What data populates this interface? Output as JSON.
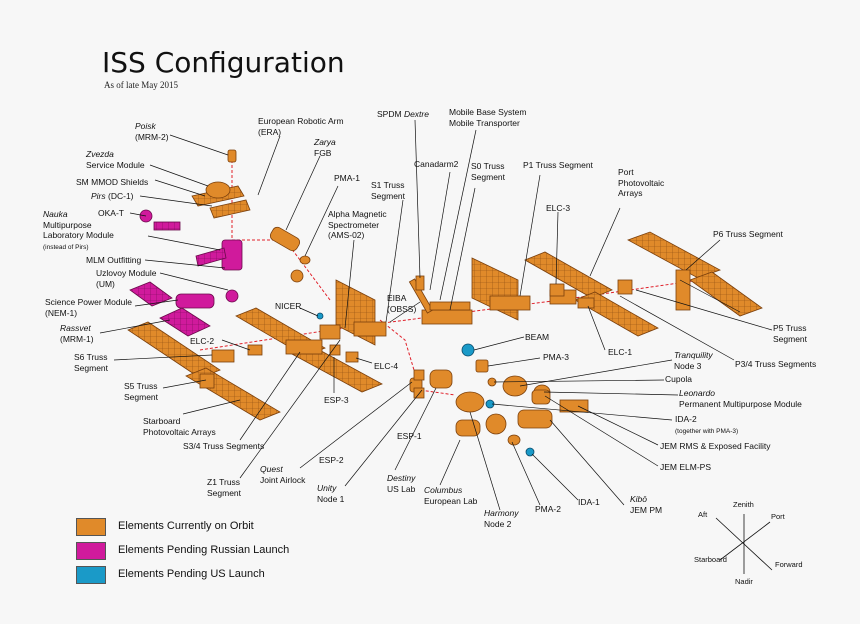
{
  "title": "ISS Configuration",
  "subtitle": "As of late May 2015",
  "colors": {
    "orbit": "#e08a2a",
    "russian_pending": "#d01a9c",
    "us_pending": "#1a9ac8",
    "leader_lines": "#111111",
    "truss_dashed_line": "#e0202a"
  },
  "labels": {
    "poisk": "Poisk",
    "poisk_sub": "(MRM-2)",
    "zvezda": "Zvezda",
    "zvezda_sub": "Service Module",
    "smmod": "SM MMOD Shields",
    "pirs": "Pirs",
    "pirs_sub": "(DC-1)",
    "okat": "OKA-T",
    "nauka": "Nauka",
    "nauka_l1": "Multipurpose",
    "nauka_l2": "Laboratory Module",
    "nauka_l3": "(instead of Pirs)",
    "mlm": "MLM Outfitting",
    "uzlovoy": "Uzlovoy Module",
    "uzlovoy_sub": "(UM)",
    "spm": "Science Power Module",
    "spm_sub": "(NEM-1)",
    "rassvet": "Rassvet",
    "rassvet_sub": "(MRM-1)",
    "s6": "S6 Truss",
    "s6_sub": "Segment",
    "s5": "S5 Truss",
    "s5_sub": "Segment",
    "starboard_pa": "Starboard",
    "starboard_pa_sub": "Photovoltaic Arrays",
    "s34": "S3/4 Truss Segments",
    "z1": "Z1 Truss",
    "z1_sub": "Segment",
    "quest": "Quest",
    "quest_sub": "Joint Airlock",
    "unity": "Unity",
    "unity_sub": "Node 1",
    "destiny": "Destiny",
    "destiny_sub": "US Lab",
    "columbus": "Columbus",
    "columbus_sub": "European Lab",
    "harmony": "Harmony",
    "harmony_sub": "Node 2",
    "pma2": "PMA-2",
    "ida1": "IDA-1",
    "kibo": "Kibō",
    "kibo_sub": "JEM PM",
    "jem_elm": "JEM ELM-PS",
    "jem_rms": "JEM RMS & Exposed Facility",
    "ida2": "IDA-2",
    "ida2_sub": "(together with PMA-3)",
    "leonardo": "Leonardo",
    "leonardo_sub": "Permanent Multipurpose Module",
    "cupola": "Cupola",
    "tranquility": "Tranquility",
    "tranquility_sub": "Node 3",
    "pma3": "PMA-3",
    "beam": "BEAM",
    "elc1": "ELC-1",
    "p34": "P3/4 Truss Segments",
    "p5": "P5 Truss",
    "p5_sub": "Segment",
    "p6": "P6 Truss Segment",
    "port_pa": "Port",
    "port_pa_l1": "Photovoltaic",
    "port_pa_l2": "Arrays",
    "elc3": "ELC-3",
    "p1": "P1 Truss Segment",
    "s0": "S0 Truss",
    "s0_sub": "Segment",
    "canadarm": "Canadarm2",
    "mbs": "Mobile Base System",
    "mbs_sub": "Mobile Transporter",
    "spdm": "SPDM",
    "spdm_name": "Dextre",
    "s1": "S1 Truss",
    "s1_sub": "Segment",
    "ams": "Alpha Magnetic",
    "ams_l1": "Spectrometer",
    "ams_l2": "(AMS-02)",
    "pma1": "PMA-1",
    "zarya": "Zarya",
    "zarya_sub": "FGB",
    "era": "European Robotic Arm",
    "era_sub": "(ERA)",
    "eiba": "EIBA",
    "eiba_sub": "(OBSS)",
    "nicer": "NICER",
    "elc2": "ELC-2",
    "elc4": "ELC-4",
    "esp3": "ESP-3",
    "esp1": "ESP-1",
    "esp2": "ESP-2"
  },
  "legend": [
    {
      "label": "Elements Currently on Orbit",
      "color": "#e08a2a"
    },
    {
      "label": "Elements Pending Russian Launch",
      "color": "#d01a9c"
    },
    {
      "label": "Elements Pending US Launch",
      "color": "#1a9ac8"
    }
  ],
  "axes": {
    "zenith": "Zenith",
    "nadir": "Nadir",
    "port": "Port",
    "starboard": "Starboard",
    "aft": "Aft",
    "forward": "Forward"
  }
}
